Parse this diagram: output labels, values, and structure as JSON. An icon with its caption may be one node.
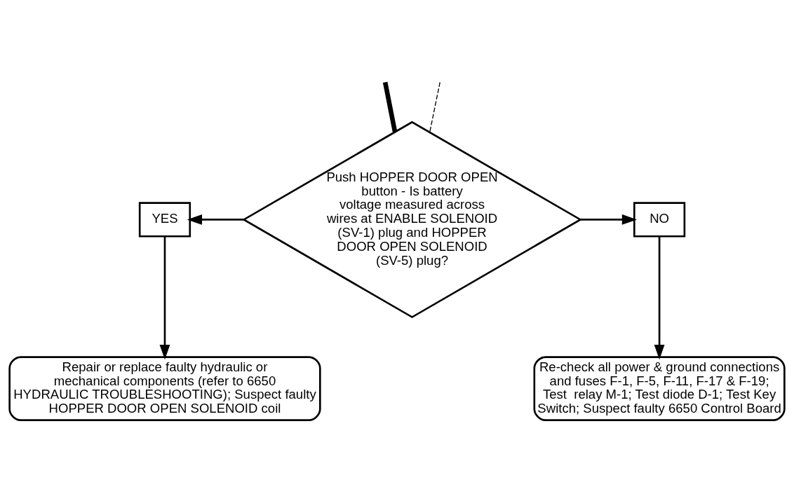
{
  "diagram": {
    "nodes": [
      {
        "text": [
          "Push HOPPER DOOR OPEN button - Is battery voltage measured across wires at ENABLE SOLENOID (SV-1) plug and HOPPER DOOR OPEN SOLENOID (SV-5) plug?"
        ]
      },
      {
        "text": [
          "YES"
        ]
      },
      {
        "text": [
          "NO"
        ]
      },
      {
        "text": [
          "Repair or replace faulty hydraulic or mechanical components (refer to 6650 HYDRAULIC TROUBLESHOOTING); Suspect faulty HOPPER DOOR OPEN SOLENOID coil"
        ]
      },
      {
        "text": [
          "Re-check all power & ground connections and fuses F-1, F-5, F-11, F-17 & F-19; Test  relay M-1; Test diode D-1; Test Key Switch; Suspect faulty 6650 Control Board"
        ]
      }
    ],
    "edges": [
      {
        "from": null,
        "to": 0,
        "arrow": "none",
        "style": "dashed"
      },
      {
        "from": null,
        "to": 0,
        "arrow": "none",
        "style": "thick"
      },
      {
        "from": 0,
        "to": 1,
        "arrow": "to"
      },
      {
        "from": 0,
        "to": 2,
        "arrow": "to"
      },
      {
        "from": 1,
        "to": 3,
        "arrow": "to"
      },
      {
        "from": 2,
        "to": 4,
        "arrow": "to"
      }
    ]
  }
}
